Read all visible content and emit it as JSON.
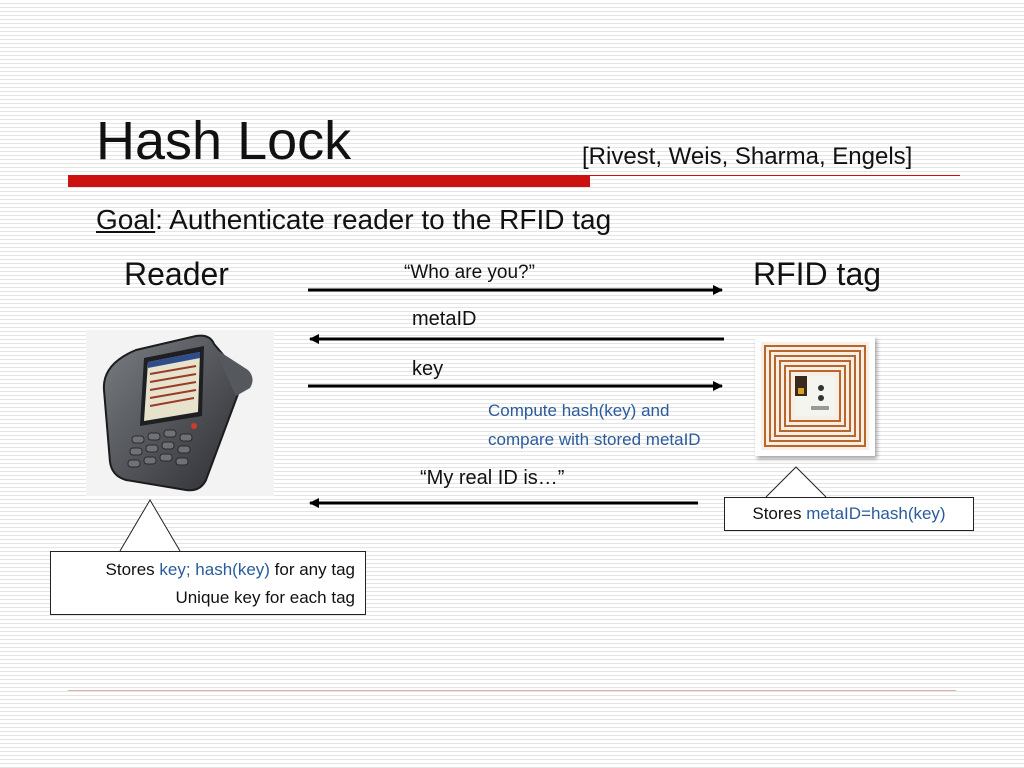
{
  "slide": {
    "title": "Hash Lock",
    "citation": "[Rivest, Weis, Sharma, Engels]",
    "goal_label": "Goal",
    "goal_text": ": Authenticate reader to the RFID tag"
  },
  "actors": {
    "reader": "Reader",
    "tag": "RFID tag"
  },
  "messages": {
    "who": "“Who are you?”",
    "metaid": "metaID",
    "key": "key",
    "real_id": "“My real ID is…”"
  },
  "computation": {
    "line1": "Compute hash(key) and",
    "line2": "compare with stored metaID"
  },
  "tag_box": {
    "prefix": "Stores ",
    "highlight": "metaID=hash(key)"
  },
  "reader_box": {
    "prefix": "Stores ",
    "highlight": "key; hash(key)",
    "suffix": " for any tag",
    "line2": "Unique key for each tag"
  },
  "colors": {
    "accent_red": "#cc1111",
    "highlight_blue": "#2a5b9c"
  }
}
